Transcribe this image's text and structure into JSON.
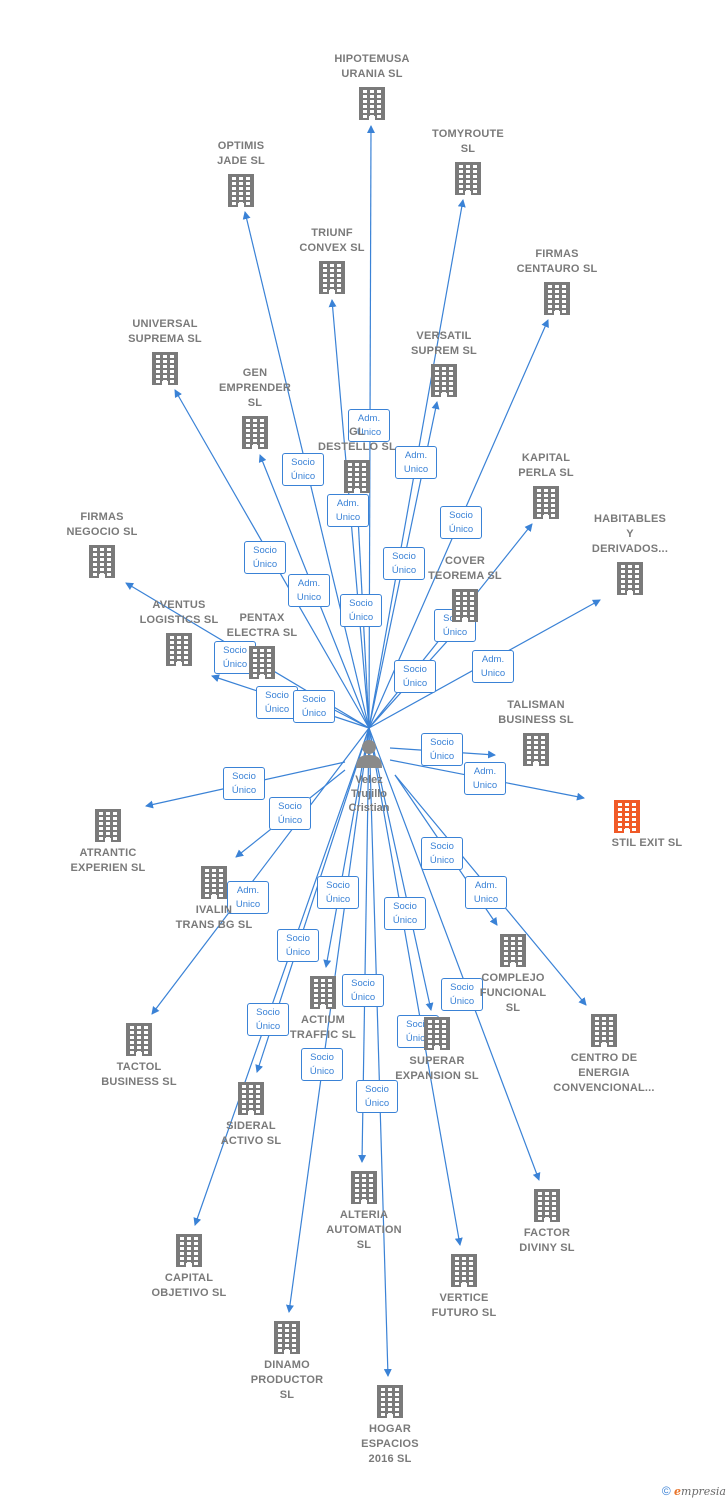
{
  "person": {
    "name": "Velez\nTrujillo\nCristian"
  },
  "colors": {
    "edge": "#3a82d6",
    "icon": "#7a7a7a",
    "highlight_icon": "#f05a28",
    "person": "#8a8a8a"
  },
  "footer": {
    "copyright": "©",
    "brand_initial": "e",
    "brand_rest": "mpresia"
  },
  "companies": [
    {
      "id": "hipotemusa",
      "label": "HIPOTEMUSA\nURANIA SL"
    },
    {
      "id": "tomyroute",
      "label": "TOMYROUTE\nSL"
    },
    {
      "id": "optimis",
      "label": "OPTIMIS\nJADE  SL"
    },
    {
      "id": "triunf",
      "label": "TRIUNF\nCONVEX  SL"
    },
    {
      "id": "firmas-centauro",
      "label": "FIRMAS\nCENTAURO  SL"
    },
    {
      "id": "universal",
      "label": "UNIVERSAL\nSUPREMA  SL"
    },
    {
      "id": "versatil",
      "label": "VERSATIL\nSUPREM  SL"
    },
    {
      "id": "gen",
      "label": "GEN\nEMPRENDER\nSL"
    },
    {
      "id": "gl-destello",
      "label": "GL\nDESTELLO  SL"
    },
    {
      "id": "kapital",
      "label": "KAPITAL\nPERLA  SL"
    },
    {
      "id": "habitables",
      "label": "HABITABLES\nY\nDERIVADOS..."
    },
    {
      "id": "firmas-negocio",
      "label": "FIRMAS\nNEGOCIO  SL"
    },
    {
      "id": "cover",
      "label": "COVER\nTEOREMA  SL"
    },
    {
      "id": "aventus",
      "label": "AVENTUS\nLOGISTICS  SL"
    },
    {
      "id": "pentax",
      "label": "PENTAX\nELECTRA  SL"
    },
    {
      "id": "talisman",
      "label": "TALISMAN\nBUSINESS  SL"
    },
    {
      "id": "stil-exit",
      "label": "STIL EXIT  SL",
      "highlight": true
    },
    {
      "id": "atrantic",
      "label": "ATRANTIC\nEXPERIEN  SL"
    },
    {
      "id": "ivalin",
      "label": "IVALIN\nTRANS BG  SL"
    },
    {
      "id": "complejo",
      "label": "COMPLEJO\nFUNCIONAL\nSL"
    },
    {
      "id": "centro",
      "label": "CENTRO DE\nENERGIA\nCONVENCIONAL..."
    },
    {
      "id": "actium",
      "label": "ACTIUM\nTRAFFIC  SL"
    },
    {
      "id": "tactol",
      "label": "TACTOL\nBUSINESS  SL"
    },
    {
      "id": "superar",
      "label": "SUPERAR\nEXPANSION  SL"
    },
    {
      "id": "sideral",
      "label": "SIDERAL\nACTIVO  SL"
    },
    {
      "id": "alteria",
      "label": "ALTERIA\nAUTOMATION\nSL"
    },
    {
      "id": "factor",
      "label": "FACTOR\nDIVINY  SL"
    },
    {
      "id": "capital",
      "label": "CAPITAL\nOBJETIVO  SL"
    },
    {
      "id": "vertice",
      "label": "VERTICE\nFUTURO  SL"
    },
    {
      "id": "dinamo",
      "label": "DINAMO\nPRODUCTOR\nSL"
    },
    {
      "id": "hogar",
      "label": "HOGAR\nESPACIOS\n2016  SL"
    }
  ],
  "relations": [
    {
      "to": "hipotemusa",
      "role": "Adm.\nUnico"
    },
    {
      "to": "tomyroute",
      "role": "Adm.\nUnico"
    },
    {
      "to": "optimis",
      "role": "Socio\nÚnico"
    },
    {
      "to": "triunf",
      "role": "Adm.\nUnico"
    },
    {
      "to": "firmas-centauro",
      "role": "Socio\nÚnico"
    },
    {
      "to": "universal",
      "role": "Socio\nÚnico"
    },
    {
      "to": "versatil",
      "role": "Socio\nÚnico"
    },
    {
      "to": "gen",
      "role": "Adm.\nUnico"
    },
    {
      "to": "gl-destello",
      "role": "Socio\nÚnico"
    },
    {
      "to": "kapital",
      "role": "Socio\nÚnico"
    },
    {
      "to": "habitables",
      "role": "Adm.\nUnico"
    },
    {
      "to": "firmas-negocio",
      "role": "Socio\nÚnico"
    },
    {
      "to": "cover",
      "role": "Socio\nÚnico"
    },
    {
      "to": "aventus",
      "role": "Socio\nÚnico"
    },
    {
      "to": "pentax",
      "role": "Socio\nÚnico"
    },
    {
      "to": "talisman",
      "role": "Socio\nÚnico"
    },
    {
      "to": "stil-exit",
      "role": "Adm.\nUnico"
    },
    {
      "to": "atrantic",
      "role": "Socio\nÚnico"
    },
    {
      "to": "ivalin",
      "role": "Socio\nÚnico"
    },
    {
      "to": "complejo",
      "role": "Socio\nÚnico"
    },
    {
      "to": "centro",
      "role": "Adm.\nUnico"
    },
    {
      "to": "actium",
      "role": "Socio\nÚnico"
    },
    {
      "to": "tactol",
      "role": "Adm.\nUnico"
    },
    {
      "to": "superar",
      "role": "Socio\nÚnico"
    },
    {
      "to": "sideral",
      "role": "Socio\nÚnico"
    },
    {
      "to": "alteria",
      "role": "Socio\nÚnico"
    },
    {
      "to": "factor",
      "role": "Socio\nÚnico"
    },
    {
      "to": "capital",
      "role": "Socio\nÚnico"
    },
    {
      "to": "vertice",
      "role": "Socio\nÚnico"
    },
    {
      "to": "dinamo",
      "role": "Socio\nÚnico"
    },
    {
      "to": "hogar",
      "role": "Socio\nÚnico"
    }
  ]
}
